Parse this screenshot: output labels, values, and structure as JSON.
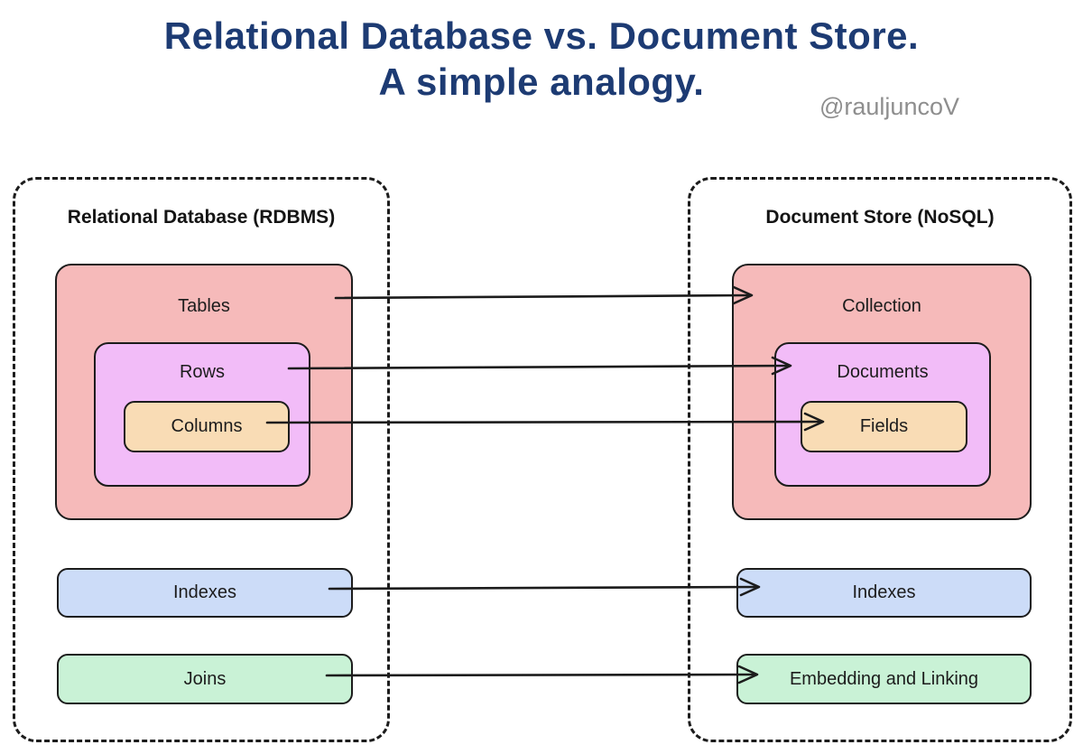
{
  "header": {
    "title_line1": "Relational Database vs. Document Store.",
    "title_line2": "A simple analogy.",
    "handle": "@rauljuncoV"
  },
  "left_panel": {
    "title": "Relational Database (RDBMS)",
    "boxes": {
      "tables": "Tables",
      "rows": "Rows",
      "columns": "Columns",
      "indexes": "Indexes",
      "joins": "Joins"
    }
  },
  "right_panel": {
    "title": "Document Store (NoSQL)",
    "boxes": {
      "collection": "Collection",
      "documents": "Documents",
      "fields": "Fields",
      "indexes": "Indexes",
      "embedding": "Embedding and Linking"
    }
  },
  "mappings": [
    {
      "from": "Tables",
      "to": "Collection"
    },
    {
      "from": "Rows",
      "to": "Documents"
    },
    {
      "from": "Columns",
      "to": "Fields"
    },
    {
      "from": "Indexes",
      "to": "Indexes"
    },
    {
      "from": "Joins",
      "to": "Embedding and Linking"
    }
  ],
  "colors": {
    "title_navy": "#1d3b73",
    "handle_gray": "#8e8e8e",
    "pink": "#f6baba",
    "purple": "#f2bcf8",
    "orange": "#f9dcb5",
    "blue": "#ccdcf8",
    "green": "#c9f2d6",
    "stroke": "#1c1c1c",
    "background": "#ffffff"
  }
}
